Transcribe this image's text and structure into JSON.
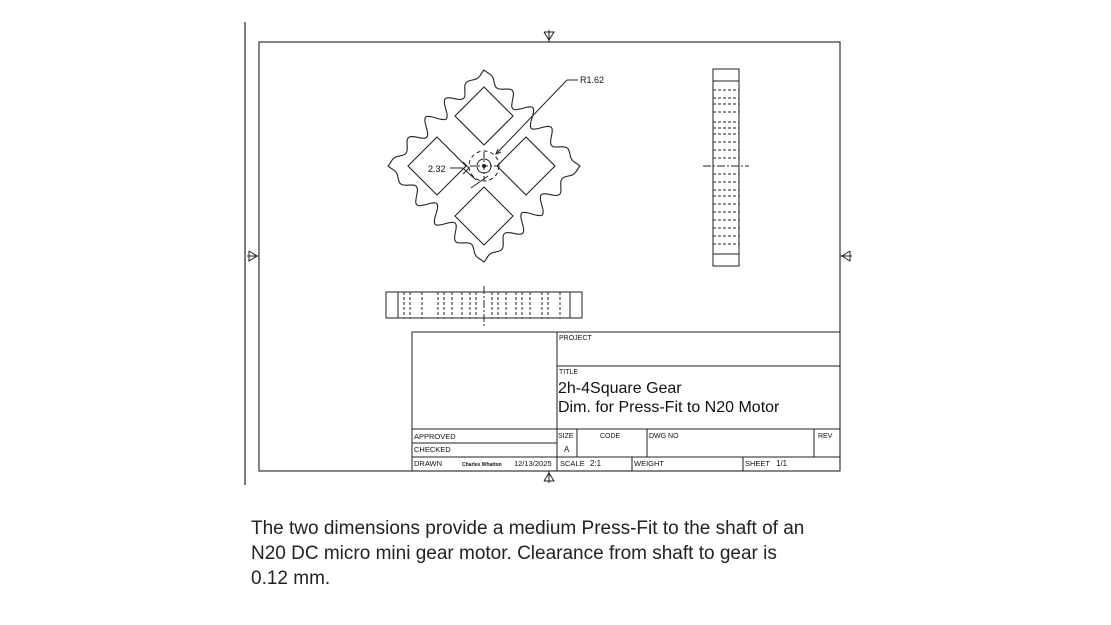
{
  "drawing": {
    "dimensions": {
      "outer_radius": "R1.62",
      "width": "2.32"
    },
    "title_block": {
      "project_label": "PROJECT",
      "title_label": "TITLE",
      "title_line1": "2h-4Square Gear",
      "title_line2": "Dim. for Press-Fit to N20 Motor",
      "approved_label": "APPROVED",
      "checked_label": "CHECKED",
      "drawn_label": "DRAWN",
      "drawn_by": "Charles Whatton",
      "drawn_date": "12/13/2025",
      "size_label": "SIZE",
      "size_value": "A",
      "code_label": "CODE",
      "dwg_no_label": "DWG NO",
      "rev_label": "REV",
      "scale_label": "SCALE",
      "scale_value": "2:1",
      "weight_label": "WEIGHT",
      "sheet_label": "SHEET",
      "sheet_value": "1/1"
    }
  },
  "caption": {
    "line1": "The two dimensions provide a medium Press-Fit to the shaft of an",
    "line2": "N20 DC micro mini gear motor.  Clearance from shaft to gear is",
    "line3": "0.12 mm."
  }
}
